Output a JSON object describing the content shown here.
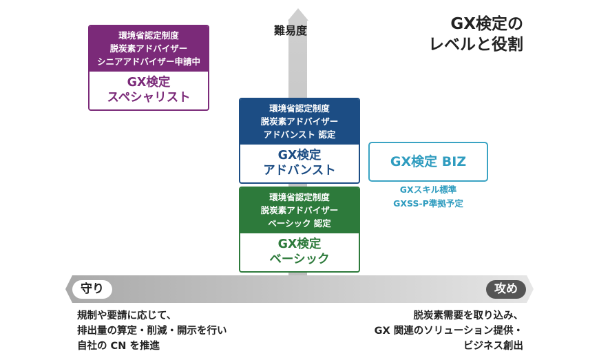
{
  "title": {
    "line1": "GX検定の",
    "line2": "レベルと役割"
  },
  "axis": {
    "vertical": "難易度",
    "left": "守り",
    "right": "攻め"
  },
  "levels": [
    {
      "header": [
        "環境省認定制度",
        "脱炭素アドバイザー",
        "シニアアドバイザー申請中"
      ],
      "name": [
        "GX検定",
        "スペシャリスト"
      ],
      "color": "#7b2a79"
    },
    {
      "header": [
        "環境省認定制度",
        "脱炭素アドバイザー",
        "アドバンスト 認定"
      ],
      "name": [
        "GX検定",
        "アドバンスト"
      ],
      "color": "#1c4d84"
    },
    {
      "header": [
        "環境省認定制度",
        "脱炭素アドバイザー",
        "ベーシック 認定"
      ],
      "name": [
        "GX検定",
        "ベーシック"
      ],
      "color": "#2d7a3b"
    }
  ],
  "biz": {
    "name": "GX検定 BIZ",
    "caption": [
      "GXスキル標準",
      "GXSS-P準拠予定"
    ],
    "color": "#2f9cbf"
  },
  "descriptions": {
    "left": [
      "規制や要請に応じて、",
      "排出量の算定・削減・開示を行い",
      "自社の CN を推進"
    ],
    "right": [
      "脱炭素需要を取り込み、",
      "GX 関連のソリューション提供・",
      "ビジネス創出"
    ]
  }
}
